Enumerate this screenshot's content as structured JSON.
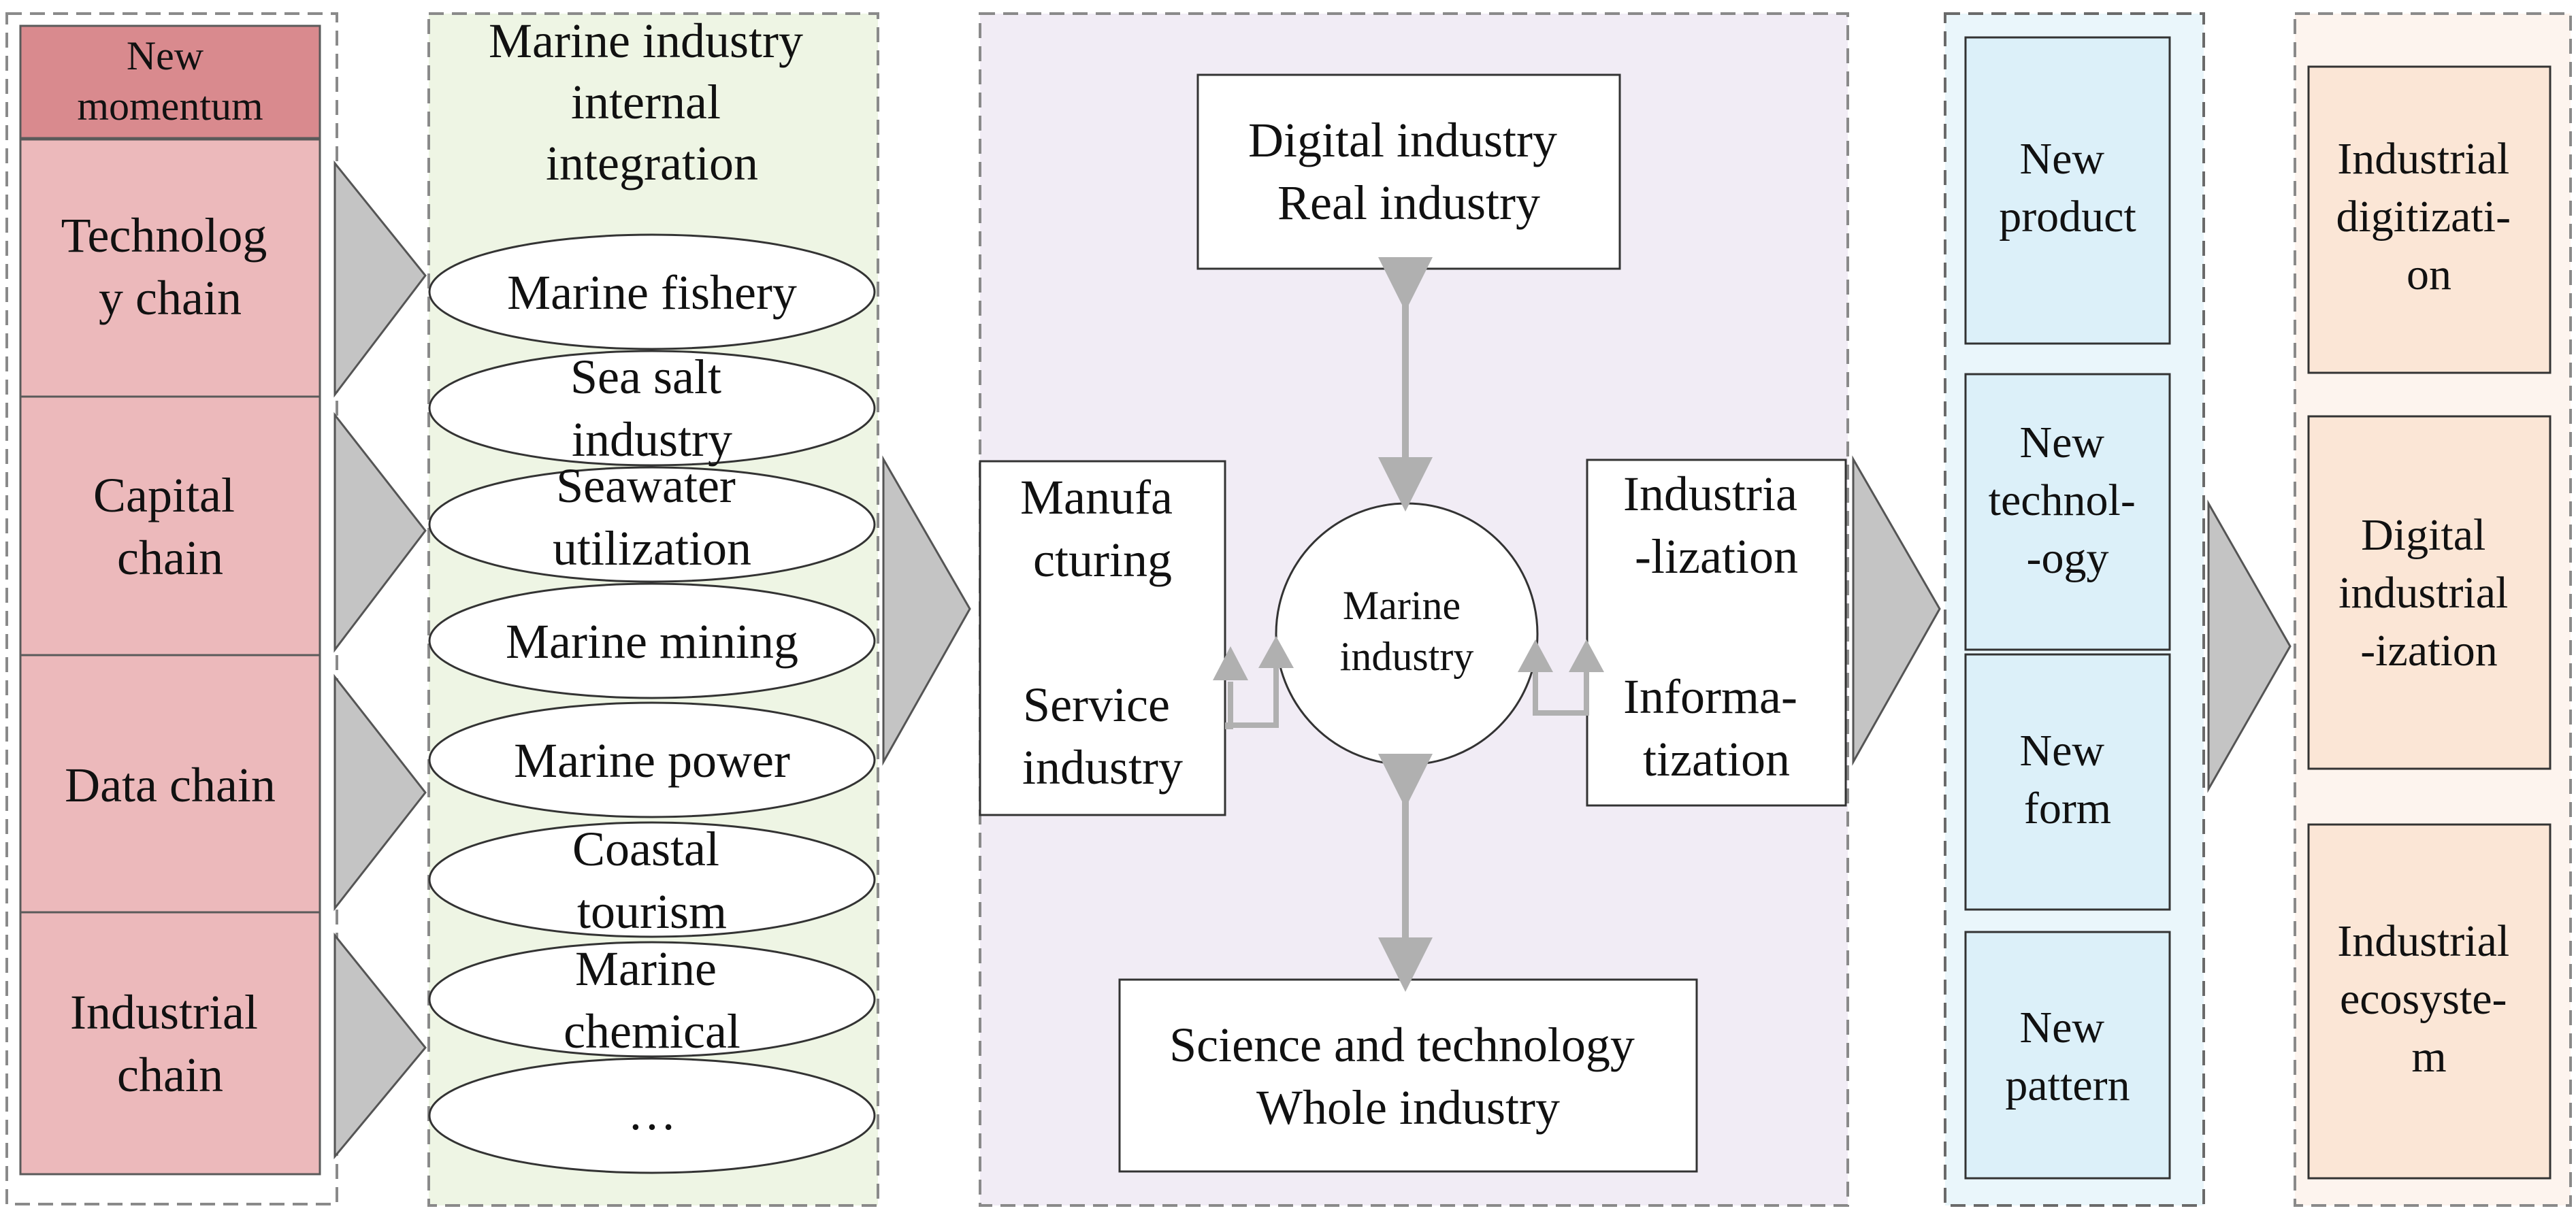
{
  "colors": {
    "col1_bg": "#ffffff",
    "chain_fill": "#ecb9bb",
    "header_fill": "#d98a8e",
    "col2_bg": "#eef5e4",
    "col3_bg": "#f1ecf5",
    "col4_bg": "#eaf6fb",
    "col4_box": "#dcf0f9",
    "col5_bg": "#fdf4ee",
    "col5_box": "#fbe6d6",
    "arrow_fill": "#c4c4c4",
    "dash_border": "#8a8a8a",
    "connector": "#b0b0b0"
  },
  "col1": {
    "header": [
      "New",
      "momentum"
    ],
    "chains": [
      [
        "Technolog",
        "y chain"
      ],
      [
        "Capital",
        "chain"
      ],
      [
        "Data chain"
      ],
      [
        "Industrial",
        "chain"
      ]
    ]
  },
  "col2": {
    "title": [
      "Marine industry",
      "internal",
      "integration"
    ],
    "ellipses": [
      [
        "Marine fishery"
      ],
      [
        "Sea salt",
        "industry"
      ],
      [
        "Seawater",
        "utilization"
      ],
      [
        "Marine mining"
      ],
      [
        "Marine power"
      ],
      [
        "Coastal",
        "tourism"
      ],
      [
        "Marine",
        "chemical"
      ],
      [
        "…"
      ]
    ]
  },
  "col3": {
    "center": [
      "Marine",
      "industry"
    ],
    "top": [
      "Digital industry",
      "Real industry"
    ],
    "bottom": [
      "Science and technology",
      "Whole industry"
    ],
    "left_top": [
      "Manufa",
      "cturing"
    ],
    "left_bottom": [
      "Service",
      "industry"
    ],
    "right_top": [
      "Industria",
      "-lization"
    ],
    "right_bottom": [
      "Informa-",
      "tization"
    ]
  },
  "col4": {
    "items": [
      [
        "New",
        "product"
      ],
      [
        "New",
        "technol-",
        "-ogy"
      ],
      [
        "New",
        "form"
      ],
      [
        "New",
        "pattern"
      ]
    ]
  },
  "col5": {
    "items": [
      [
        "Industrial",
        "digitizati-",
        "on"
      ],
      [
        "Digital",
        "industrial",
        "-ization"
      ],
      [
        "Industrial",
        "ecosyste-",
        "m"
      ]
    ]
  }
}
